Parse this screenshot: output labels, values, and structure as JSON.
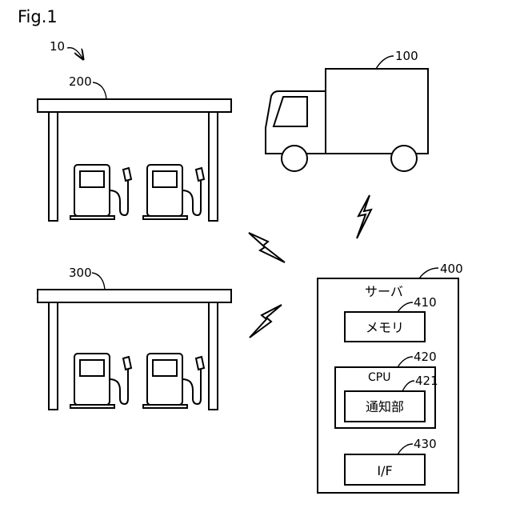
{
  "figure": {
    "label": "Fig.1"
  },
  "system": {
    "ref": "10"
  },
  "vehicle": {
    "ref": "100"
  },
  "stations": [
    {
      "ref": "200"
    },
    {
      "ref": "300"
    }
  ],
  "server": {
    "ref": "400",
    "title": "サーバ",
    "memory": {
      "ref": "410",
      "label": "メモリ"
    },
    "cpu": {
      "ref": "420",
      "label": "CPU",
      "notifier": {
        "ref": "421",
        "label": "通知部"
      }
    },
    "interface": {
      "ref": "430",
      "label": "I/F"
    }
  }
}
